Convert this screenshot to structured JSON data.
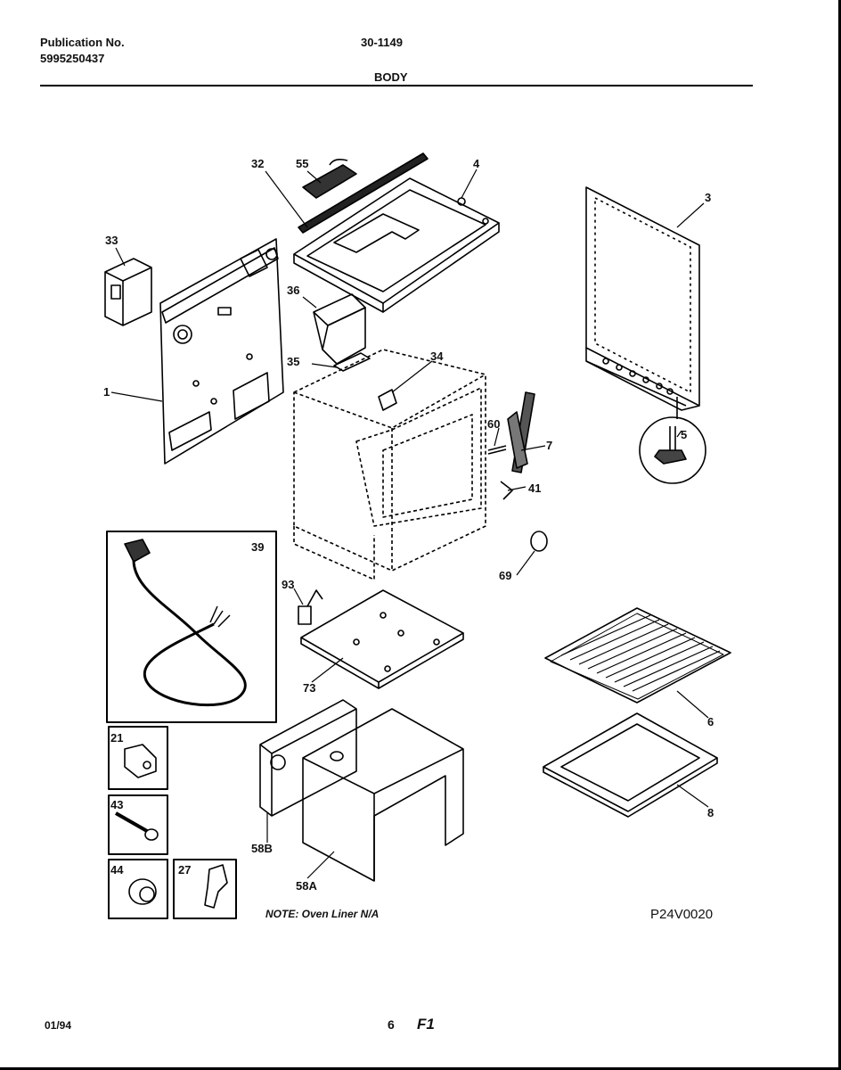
{
  "header": {
    "publication_label": "Publication No.",
    "publication_number": "5995250437",
    "model_number": "30-1149",
    "section_title": "BODY"
  },
  "callouts": {
    "c32": "32",
    "c55": "55",
    "c4": "4",
    "c3": "3",
    "c33": "33",
    "c36": "36",
    "c35": "35",
    "c34": "34",
    "c1": "1",
    "c60": "60",
    "c7": "7",
    "c5": "5",
    "c41": "41",
    "c39": "39",
    "c69": "69",
    "c93": "93",
    "c73": "73",
    "c6": "6",
    "c21": "21",
    "c43": "43",
    "c44": "44",
    "c27": "27",
    "c58B": "58B",
    "c58A": "58A",
    "c8": "8"
  },
  "note": "NOTE: Oven Liner N/A",
  "diagram_code": "P24V0020",
  "footer": {
    "date": "01/94",
    "page": "6",
    "figure": "F1"
  }
}
